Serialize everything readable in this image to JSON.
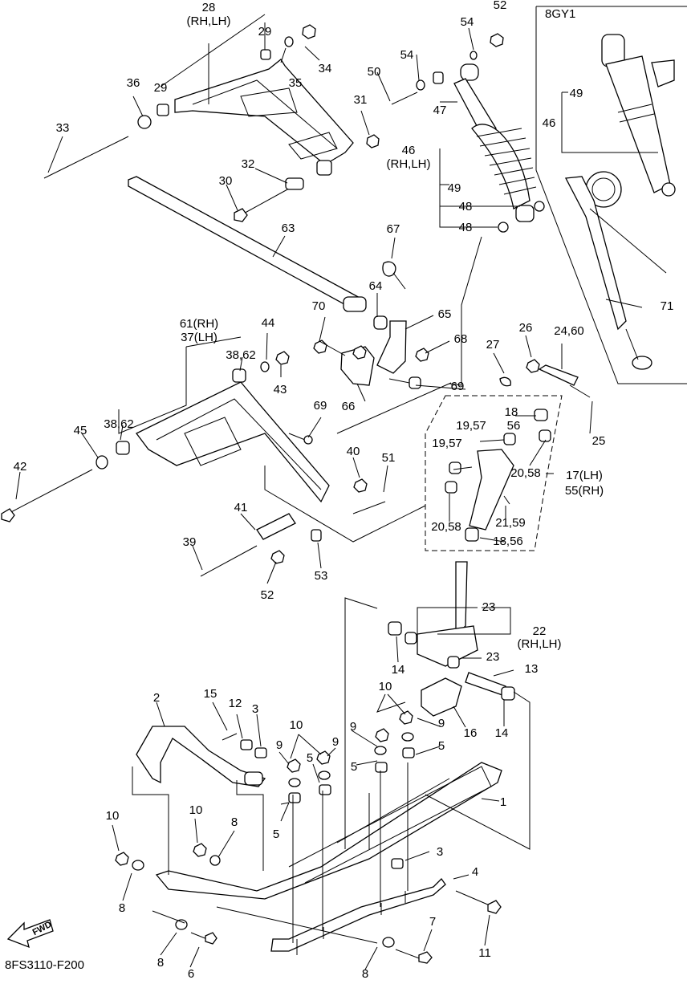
{
  "diagram": {
    "inset_title": "8GY1",
    "catalog_code": "8FS3110-F200",
    "fwd_label": "FWD",
    "callouts": {
      "c28": "28",
      "c28b": "(RH,LH)",
      "c29a": "29",
      "c29b": "29",
      "c34": "34",
      "c35": "35",
      "c36": "36",
      "c33": "33",
      "c31": "31",
      "c32": "32",
      "c30": "30",
      "c52a": "52",
      "c54a": "54",
      "c54b": "54",
      "c50": "50",
      "c47": "47",
      "c46": "46",
      "c46b": "(RH,LH)",
      "c49": "49",
      "c48a": "48",
      "c48b": "48",
      "c49i": "49",
      "c46i": "46",
      "c71": "71",
      "c63": "63",
      "c67": "67",
      "c64": "64",
      "c70": "70",
      "c65": "65",
      "c68": "68",
      "c66": "66",
      "c69a": "69",
      "c69b": "69",
      "c61": "61(RH)",
      "c37": "37(LH)",
      "c44": "44",
      "c3862a": "38,62",
      "c43": "43",
      "c3862b": "38,62",
      "c45": "45",
      "c42": "42",
      "c40": "40",
      "c51": "51",
      "c41": "41",
      "c39": "39",
      "c52b": "52",
      "c53": "53",
      "c26": "26",
      "c2460": "24,60",
      "c27": "27",
      "c1856a": "18",
      "c56": "56",
      "c1957a": "19,57",
      "c1957b": "19,57",
      "c25": "25",
      "c2058a": "20,58",
      "c17": "17(LH)",
      "c55": "55(RH)",
      "c2058b": "20,58",
      "c2159": "21,59",
      "c1856b": "18,56",
      "c23a": "23",
      "c22": "22",
      "c22b": "(RH,LH)",
      "c23b": "23",
      "c14a": "14",
      "c13": "13",
      "c14b": "14",
      "c10a": "10",
      "c16": "16",
      "c2": "2",
      "c15": "15",
      "c12": "12",
      "c3a": "3",
      "c10b": "10",
      "c9a": "9",
      "c9b": "9",
      "c9c": "9",
      "c9d": "9",
      "c5a": "5",
      "c5b": "5",
      "c5c": "5",
      "c5d": "5",
      "c1": "1",
      "c10c": "10",
      "c10d": "10",
      "c8a": "8",
      "c8b": "8",
      "c3b": "3",
      "c4": "4",
      "c11": "11",
      "c7": "7",
      "c8c": "8",
      "c8d": "8",
      "c6": "6"
    }
  }
}
